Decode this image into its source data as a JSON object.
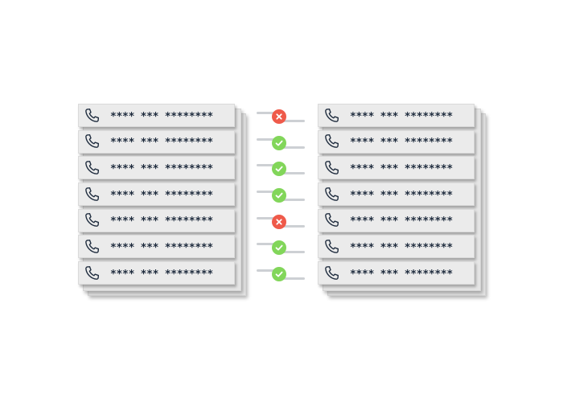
{
  "left_list": {
    "entries": [
      "**** *** ********",
      "**** *** ********",
      "**** *** ********",
      "**** *** ********",
      "**** *** ********",
      "**** *** ********",
      "**** *** ********"
    ]
  },
  "right_list": {
    "entries": [
      "**** *** ********",
      "**** *** ********",
      "**** *** ********",
      "**** *** ********",
      "**** *** ********",
      "**** *** ********",
      "**** *** ********"
    ]
  },
  "match_status": [
    "fail",
    "ok",
    "ok",
    "ok",
    "fail",
    "ok",
    "ok"
  ],
  "icons": {
    "entry": "phone-icon",
    "ok": "check-icon",
    "fail": "x-icon"
  },
  "colors": {
    "ok": "#82d65a",
    "fail": "#ef5a4a",
    "text": "#1e2b3d",
    "card": "#ebebeb"
  }
}
